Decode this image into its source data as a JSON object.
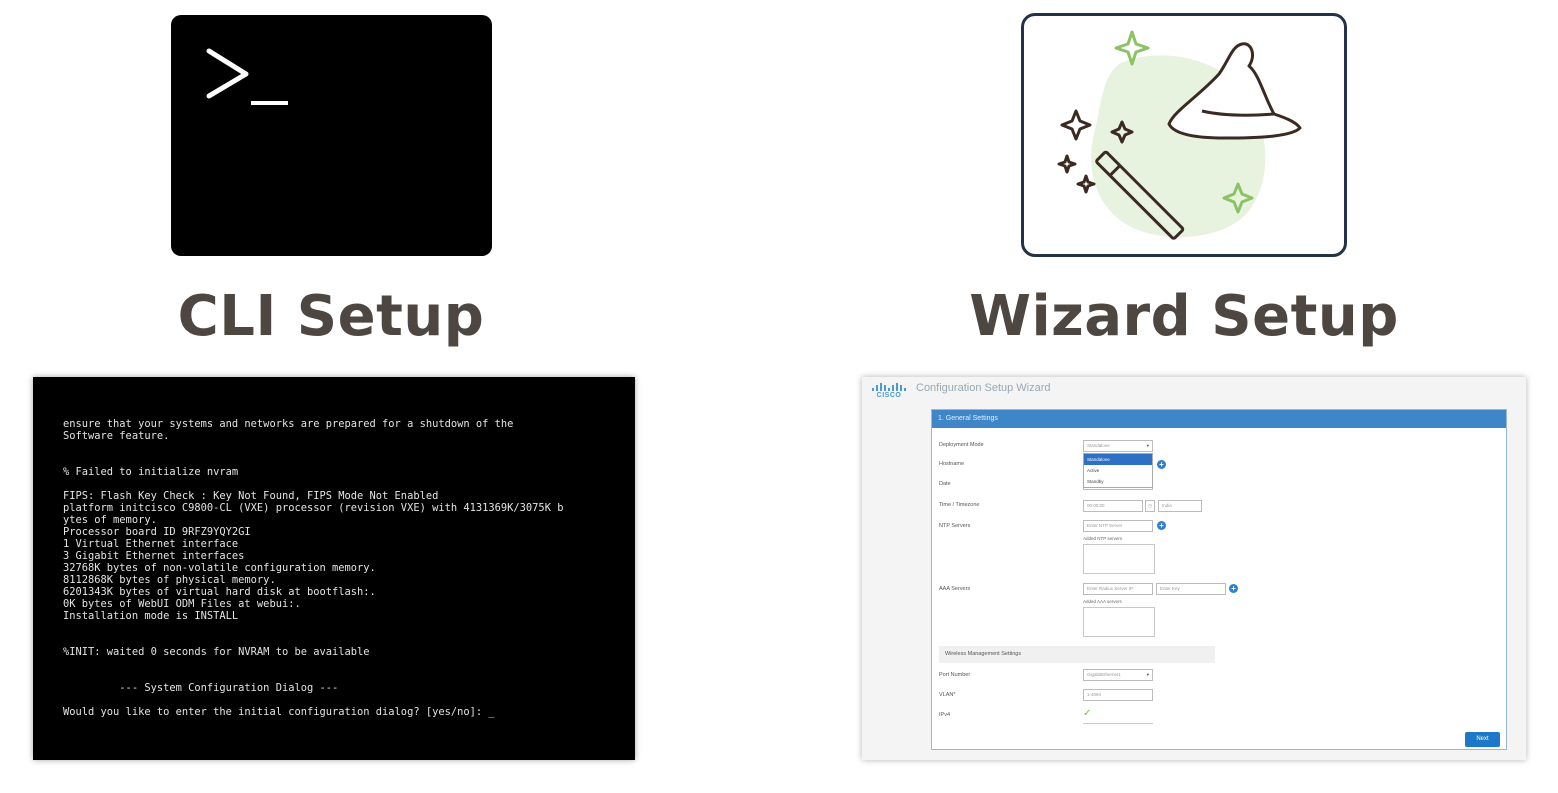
{
  "cli": {
    "heading": "CLI Setup",
    "terminal_icon": "terminal-prompt-icon",
    "console_lines": [
      "ensure that your systems and networks are prepared for a shutdown of the",
      "Software feature.",
      "",
      "",
      "% Failed to initialize nvram",
      "",
      "FIPS: Flash Key Check : Key Not Found, FIPS Mode Not Enabled",
      "platform initcisco C9800-CL (VXE) processor (revision VXE) with 4131369K/3075K b",
      "ytes of memory.",
      "Processor board ID 9RFZ9YQY2GI",
      "1 Virtual Ethernet interface",
      "3 Gigabit Ethernet interfaces",
      "32768K bytes of non-volatile configuration memory.",
      "8112868K bytes of physical memory.",
      "6201343K bytes of virtual hard disk at bootflash:.",
      "0K bytes of WebUI ODM Files at webui:.",
      "Installation mode is INSTALL",
      "",
      "",
      "%INIT: waited 0 seconds for NVRAM to be available",
      "",
      "",
      "         --- System Configuration Dialog ---",
      "",
      "Would you like to enter the initial configuration dialog? [yes/no]: _"
    ]
  },
  "wizard": {
    "heading": "Wizard Setup",
    "icon": "wizard-hat-wand-icon",
    "app_title": "Configuration Setup Wizard",
    "logo_text": "CISCO",
    "panel_title": "1. General Settings",
    "fields": {
      "deployment_mode": "Deployment Mode",
      "hostname": "Hostname",
      "date": "Date",
      "time_timezone": "Time / Timezone",
      "ntp_servers": "NTP Servers",
      "aaa_servers": "AAA Servers",
      "port_number": "Port Number",
      "vlan": "VLAN*",
      "ipv4": "IPv4"
    },
    "deployment_select_value": "Standalone",
    "deployment_options": [
      "Standalone",
      "Active",
      "Standby"
    ],
    "time_value": "00:00:00",
    "timezone_value": "India",
    "ntp_placeholder": "Enter NTP Server",
    "added_ntp_label": "Added NTP servers",
    "aaa_server_placeholder": "Enter Radius Server IP",
    "aaa_key_placeholder": "Enter Key",
    "added_aaa_label": "Added AAA servers",
    "wireless_section": "Wireless Management Settings",
    "port_value": "GigabitEthernet1",
    "vlan_placeholder": "1-4094",
    "next_label": "Next"
  }
}
